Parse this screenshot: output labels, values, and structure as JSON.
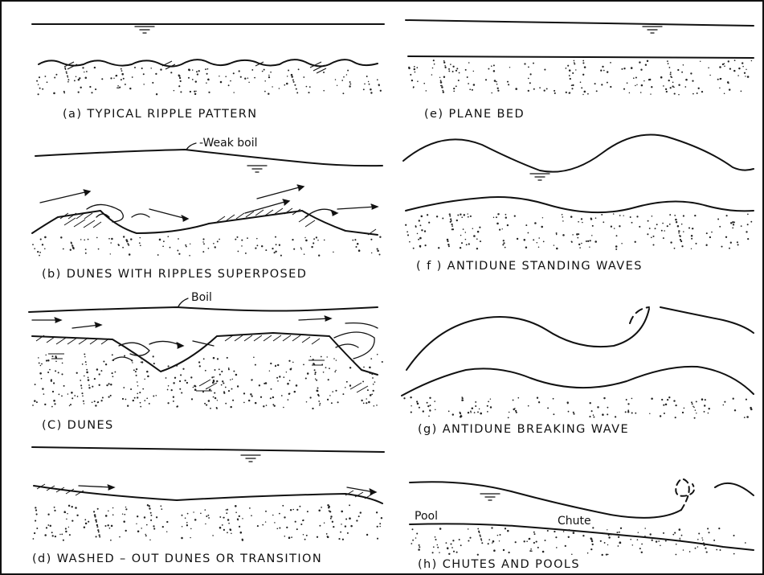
{
  "panels": [
    {
      "id": "a",
      "caption": "(a)  TYPICAL  RIPPLE  PATTERN"
    },
    {
      "id": "b",
      "caption": "(b)  DUNES WITH  RIPPLES  SUPERPOSED",
      "label": "-Weak boil"
    },
    {
      "id": "c",
      "caption": "(C)   DUNES",
      "label": "Boil"
    },
    {
      "id": "d",
      "caption": "(d)  WASHED – OUT  DUNES  OR  TRANSITION"
    },
    {
      "id": "e",
      "caption": "(e)  PLANE  BED"
    },
    {
      "id": "f",
      "caption": "( f )  ANTIDUNE   STANDING  WAVES"
    },
    {
      "id": "g",
      "caption": "(g)  ANTIDUNE   BREAKING   WAVE"
    },
    {
      "id": "h",
      "caption": "(h)  CHUTES  AND  POOLS",
      "label_pool": "Pool",
      "label_chute": "Chute"
    }
  ]
}
